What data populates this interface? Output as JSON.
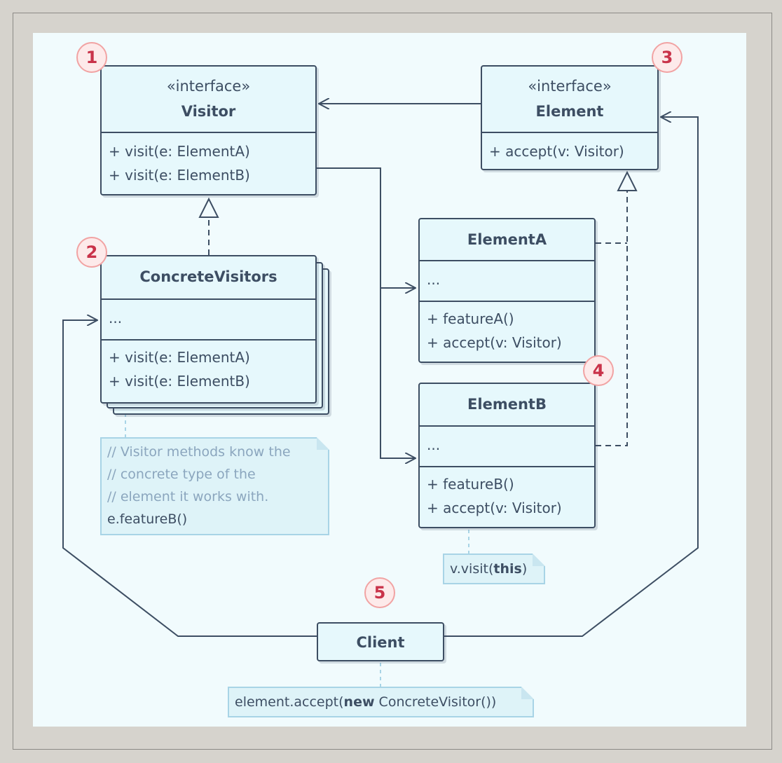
{
  "diagram": {
    "visitor": {
      "stereotype": "«interface»",
      "name": "Visitor",
      "methods": [
        "+ visit(e: ElementA)",
        "+ visit(e: ElementB)"
      ],
      "badge": "1"
    },
    "concrete_visitors": {
      "name": "ConcreteVisitors",
      "fields": [
        "..."
      ],
      "methods": [
        "+ visit(e: ElementA)",
        "+ visit(e: ElementB)"
      ],
      "badge": "2"
    },
    "element": {
      "stereotype": "«interface»",
      "name": "Element",
      "methods": [
        "+ accept(v: Visitor)"
      ],
      "badge": "3"
    },
    "element_a": {
      "name": "ElementA",
      "fields": [
        "..."
      ],
      "methods": [
        "+ featureA()",
        "+ accept(v: Visitor)"
      ]
    },
    "element_b": {
      "name": "ElementB",
      "fields": [
        "..."
      ],
      "methods": [
        "+ featureB()",
        "+ accept(v: Visitor)"
      ],
      "badge": "4"
    },
    "client": {
      "name": "Client",
      "badge": "5"
    },
    "notes": {
      "visitor_note": {
        "comment_lines": [
          "// Visitor methods know the",
          "// concrete type of the",
          "// element it works with."
        ],
        "code_line": "e.featureB()"
      },
      "accept_note": {
        "prefix": "v.visit(",
        "keyword": "this",
        "suffix": ")"
      },
      "client_note": {
        "prefix": "element.accept(",
        "keyword": "new",
        "suffix": " ConcreteVisitor())"
      }
    },
    "colors": {
      "box_fill": "#e6f8fc",
      "box_stroke": "#3d4e63",
      "badge_text": "#c9334a",
      "badge_ring": "#f1a3a3",
      "note_fill": "#def3f8",
      "comment_text": "#8ba6be",
      "background": "#f1fbfd"
    }
  }
}
